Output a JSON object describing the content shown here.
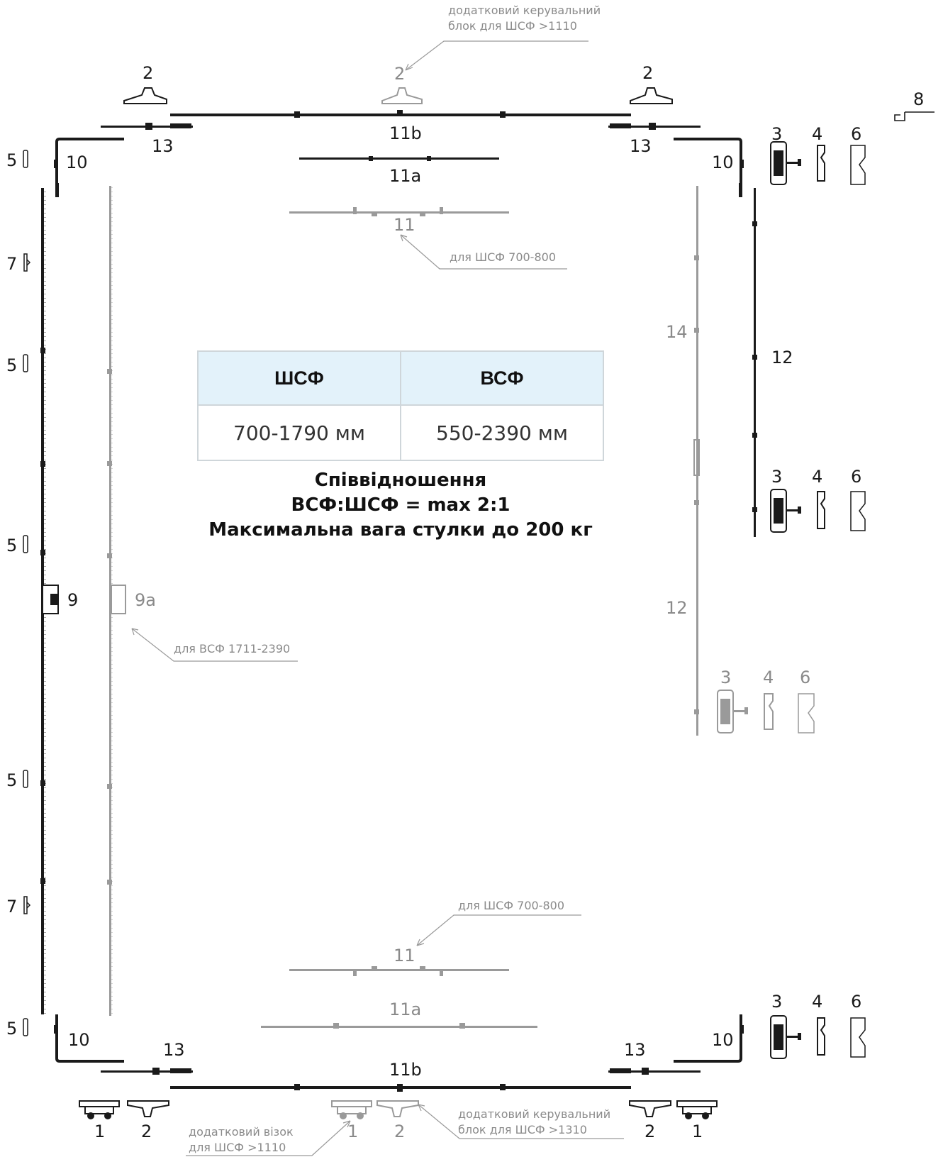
{
  "labels": {
    "top_2_left": "2",
    "top_2_center": "2",
    "top_2_right": "2",
    "label_8": "8",
    "label_11b_top": "11b",
    "label_13_tl": "13",
    "label_13_tr": "13",
    "label_10_tl": "10",
    "label_10_tr": "10",
    "label_3_a": "3",
    "label_4_a": "4",
    "label_6_a": "6",
    "label_11a_top": "11a",
    "label_11_top": "11",
    "label_5_a": "5",
    "label_7_a": "7",
    "label_5_b": "5",
    "label_14": "14",
    "label_12_dark": "12",
    "label_3_b": "3",
    "label_4_b": "4",
    "label_6_b": "6",
    "label_5_c": "5",
    "label_9": "9",
    "label_9a": "9a",
    "label_12_gray": "12",
    "label_3_c": "3",
    "label_4_c": "4",
    "label_6_c": "6",
    "label_5_d": "5",
    "label_7_b": "7",
    "label_11_bottom": "11",
    "label_11a_bottom": "11a",
    "label_5_e": "5",
    "label_10_bl": "10",
    "label_13_bl": "13",
    "label_13_br": "13",
    "label_10_br": "10",
    "label_3_d": "3",
    "label_4_d": "4",
    "label_6_d": "6",
    "label_11b_bottom": "11b",
    "label_1_bl": "1",
    "label_2_bl": "2",
    "label_1_center": "1",
    "label_2_center": "2",
    "label_2_br": "2",
    "label_1_br": "1"
  },
  "notes": {
    "top_control_block": [
      "додатковий керувальний",
      "блок для ШСФ >1110"
    ],
    "top_11_range": "для ШСФ 700-800",
    "vsf_range": "для ВСФ 1711-2390",
    "bottom_11_range": "для ШСФ 700-800",
    "bottom_carriage": [
      "додатковий візок",
      "для ШСФ >1110"
    ],
    "bottom_control_block": [
      "додатковий керувальний",
      "блок для ШСФ >1310"
    ]
  },
  "spec_table": {
    "headers": [
      "ШСФ",
      "ВСФ"
    ],
    "values": [
      "700-1790 мм",
      "550-2390 мм"
    ]
  },
  "ratio_text": {
    "line1": "Співвідношення",
    "line2": "ВСФ:ШСФ = max 2:1",
    "line3": "Максимальна вага стулки до 200 кг"
  },
  "colors": {
    "dark_part": "#1a1a1a",
    "optional_part": "#9a9a9a",
    "table_header_bg": "#e3f2fa",
    "table_border": "#cfd6da"
  }
}
